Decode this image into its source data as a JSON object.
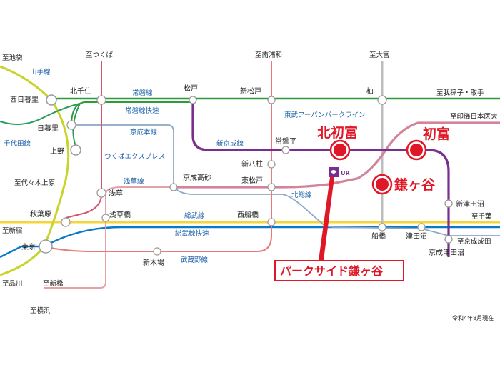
{
  "lines": {
    "yamanote": "山手線",
    "chiyoda": "千代田線",
    "joban": "常磐線",
    "joban_rapid": "常磐線快速",
    "keisei": "京成本線",
    "tsukuba_express": "つくばエクスプレス",
    "asakusa": "浅草線",
    "shin_keisei": "新京成線",
    "urban_park": "東武アーバンパークライン",
    "hokuso": "北総線",
    "sobu": "総武線",
    "sobu_rapid": "総武線快速",
    "musashino": "武蔵野線"
  },
  "directions": {
    "ikebukuro": "至池袋",
    "tsukuba": "至つくば",
    "minami_urawa": "至南浦和",
    "omiya": "至大宮",
    "abiko_toride": "至我孫子・取手",
    "inba_nichiidai": "至印旛日本医大",
    "chiba": "至千葉",
    "narita": "至京成成田",
    "shinjuku": "至新宿",
    "yoyogi_uehara": "至代々木上原",
    "shinagawa": "至品川",
    "shinbashi": "至新橋",
    "yokohama": "至横浜"
  },
  "stations": {
    "nishi_nippori": "西日暮里",
    "kita_senju": "北千住",
    "matsudo": "松戸",
    "shin_matsudo": "新松戸",
    "kashiwa": "柏",
    "nippori": "日暮里",
    "ueno": "上野",
    "tokiwadaira": "常盤平",
    "shin_yahashira": "新八柱",
    "keisei_takasago": "京成高砂",
    "higashi_matsudo": "東松戸",
    "asakusa": "浅草",
    "asakusabashi": "浅草橋",
    "nishi_funabashi": "西船橋",
    "akihabara": "秋葉原",
    "tokyo": "東京",
    "shin_kiba": "新木場",
    "funabashi": "船橋",
    "tsudanuma": "津田沼",
    "shin_tsudanuma": "新津田沼",
    "keisei_tsudanuma": "京成津田沼"
  },
  "highlights": {
    "kita_hatsutomi": "北初富",
    "hatsutomi": "初富",
    "kamagaya": "鎌ヶ谷"
  },
  "callout": "パークサイド鎌ヶ谷",
  "logo_text": "UR",
  "note": "令和4年8月現在",
  "colors": {
    "yamanote": "#c8d42a",
    "chiyoda": "#2a9c5a",
    "joban": "#2e9a3a",
    "tsukuba_express": "#d2546d",
    "keisei": "#8aa8c8",
    "shin_keisei": "#7a2f8e",
    "urban_park": "#c8c8c8",
    "hokuso": "#d3839a",
    "asakusa": "#e8a0a8",
    "sobu": "#f5d63a",
    "sobu_rapid": "#0a7ac8",
    "musashino": "#e77a7a",
    "highlight": "#e01726"
  }
}
